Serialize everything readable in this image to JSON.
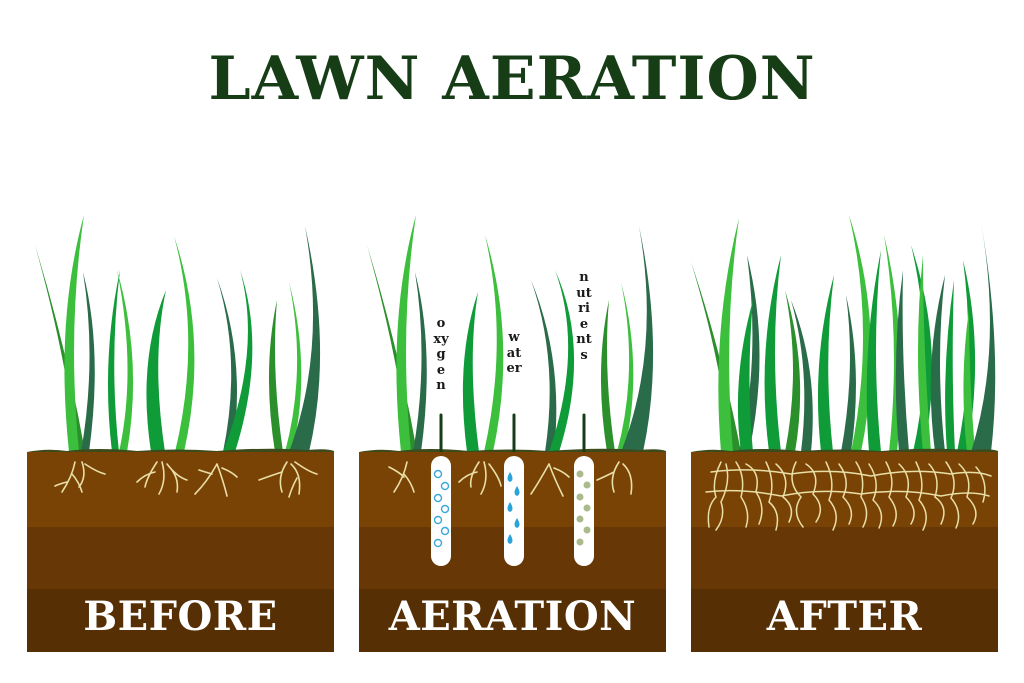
{
  "title": "LAWN AERATION",
  "colors": {
    "title": "#173d17",
    "grass_light": "#3cbf3c",
    "grass_mid": "#0e9b38",
    "grass_dark": "#2a6b4a",
    "grass_olive": "#2b8f2b",
    "topsoil": "#3d4a1c",
    "soil_band_1": "#7a4306",
    "soil_band_2": "#673806",
    "soil_band_3": "#562f05",
    "roots": "#e8dfa6",
    "hole": "#ffffff",
    "oxygen": "#3aa8d8",
    "water": "#29a3db",
    "nutrients": "#a9bb8c",
    "label_text": "#ffffff"
  },
  "panels": [
    {
      "id": "before",
      "label": "BEFORE"
    },
    {
      "id": "aeration",
      "label": "AERATION"
    },
    {
      "id": "after",
      "label": "AFTER"
    }
  ],
  "aeration_inputs": [
    {
      "label": "oxygen",
      "icon": "bubble-icon"
    },
    {
      "label": "water",
      "icon": "water-drop-icon"
    },
    {
      "label": "nutrients",
      "icon": "nutrient-dot-icon"
    }
  ]
}
